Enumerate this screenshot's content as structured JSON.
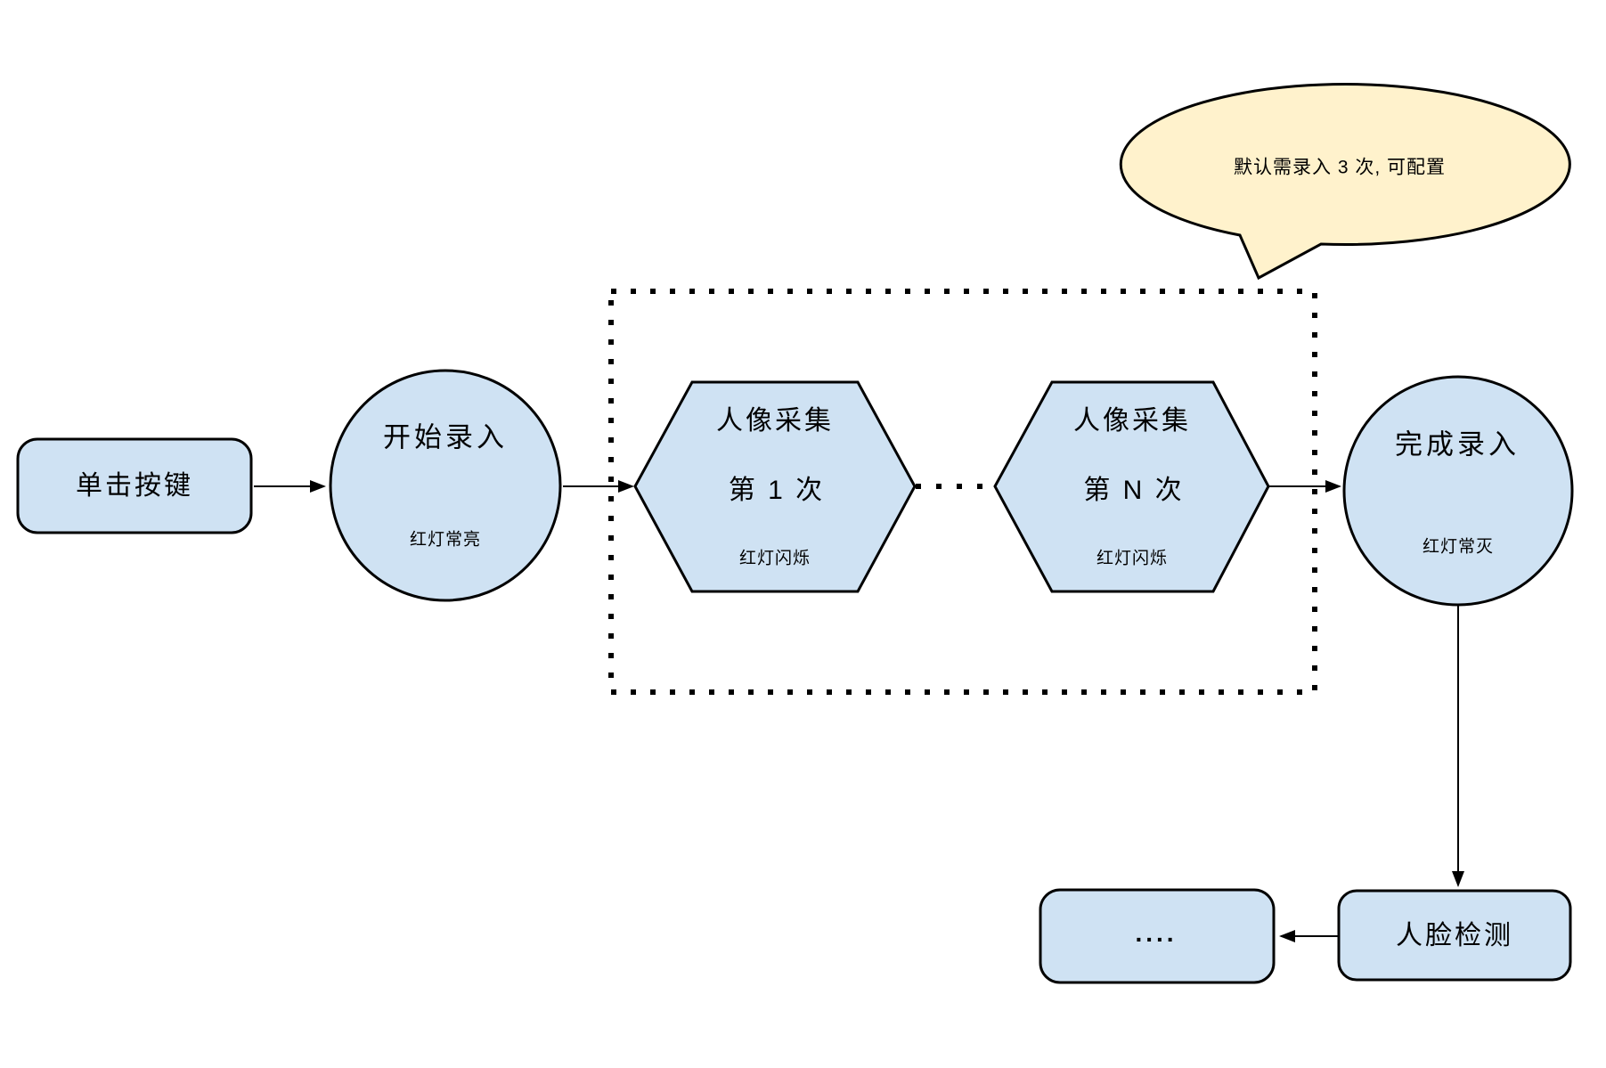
{
  "colors": {
    "background": "#ffffff",
    "node_fill": "#cfe2f3",
    "node_stroke": "#000000",
    "callout_fill": "#fff2cc"
  },
  "callout": {
    "text": "默认需录入 3 次, 可配置"
  },
  "nodes": {
    "click_button": {
      "label": "单击按键"
    },
    "start_enroll": {
      "label": "开始录入",
      "status": "红灯常亮"
    },
    "capture_1": {
      "title": "人像采集",
      "count": "第 1 次",
      "status": "红灯闪烁"
    },
    "capture_n": {
      "title": "人像采集",
      "count": "第 N 次",
      "status": "红灯闪烁"
    },
    "finish_enroll": {
      "label": "完成录入",
      "status": "红灯常灭"
    },
    "face_detection": {
      "label": "人脸检测"
    },
    "continuation": {
      "label": "...."
    }
  }
}
